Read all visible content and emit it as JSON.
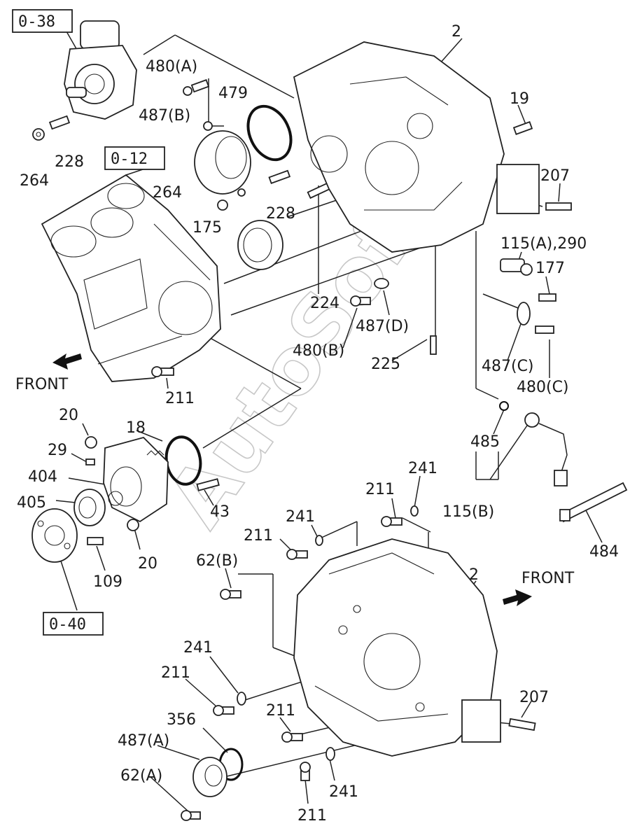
{
  "watermark": "AutoSoft",
  "front_labels": [
    "FRONT",
    "FRONT"
  ],
  "ref_boxes": [
    "0-38",
    "0-12",
    "0-40"
  ],
  "callouts": [
    "2",
    "19",
    "207",
    "115(A),290",
    "177",
    "480(A)",
    "479",
    "487(B)",
    "228",
    "264",
    "264",
    "228",
    "175",
    "224",
    "480(B)",
    "487(D)",
    "225",
    "487(C)",
    "480(C)",
    "211",
    "485",
    "115(B)",
    "484",
    "20",
    "18",
    "29",
    "404",
    "405",
    "43",
    "20",
    "109",
    "241",
    "211",
    "241",
    "211",
    "62(B)",
    "2",
    "241",
    "211",
    "207",
    "356",
    "211",
    "487(A)",
    "62(A)",
    "241",
    "211"
  ]
}
